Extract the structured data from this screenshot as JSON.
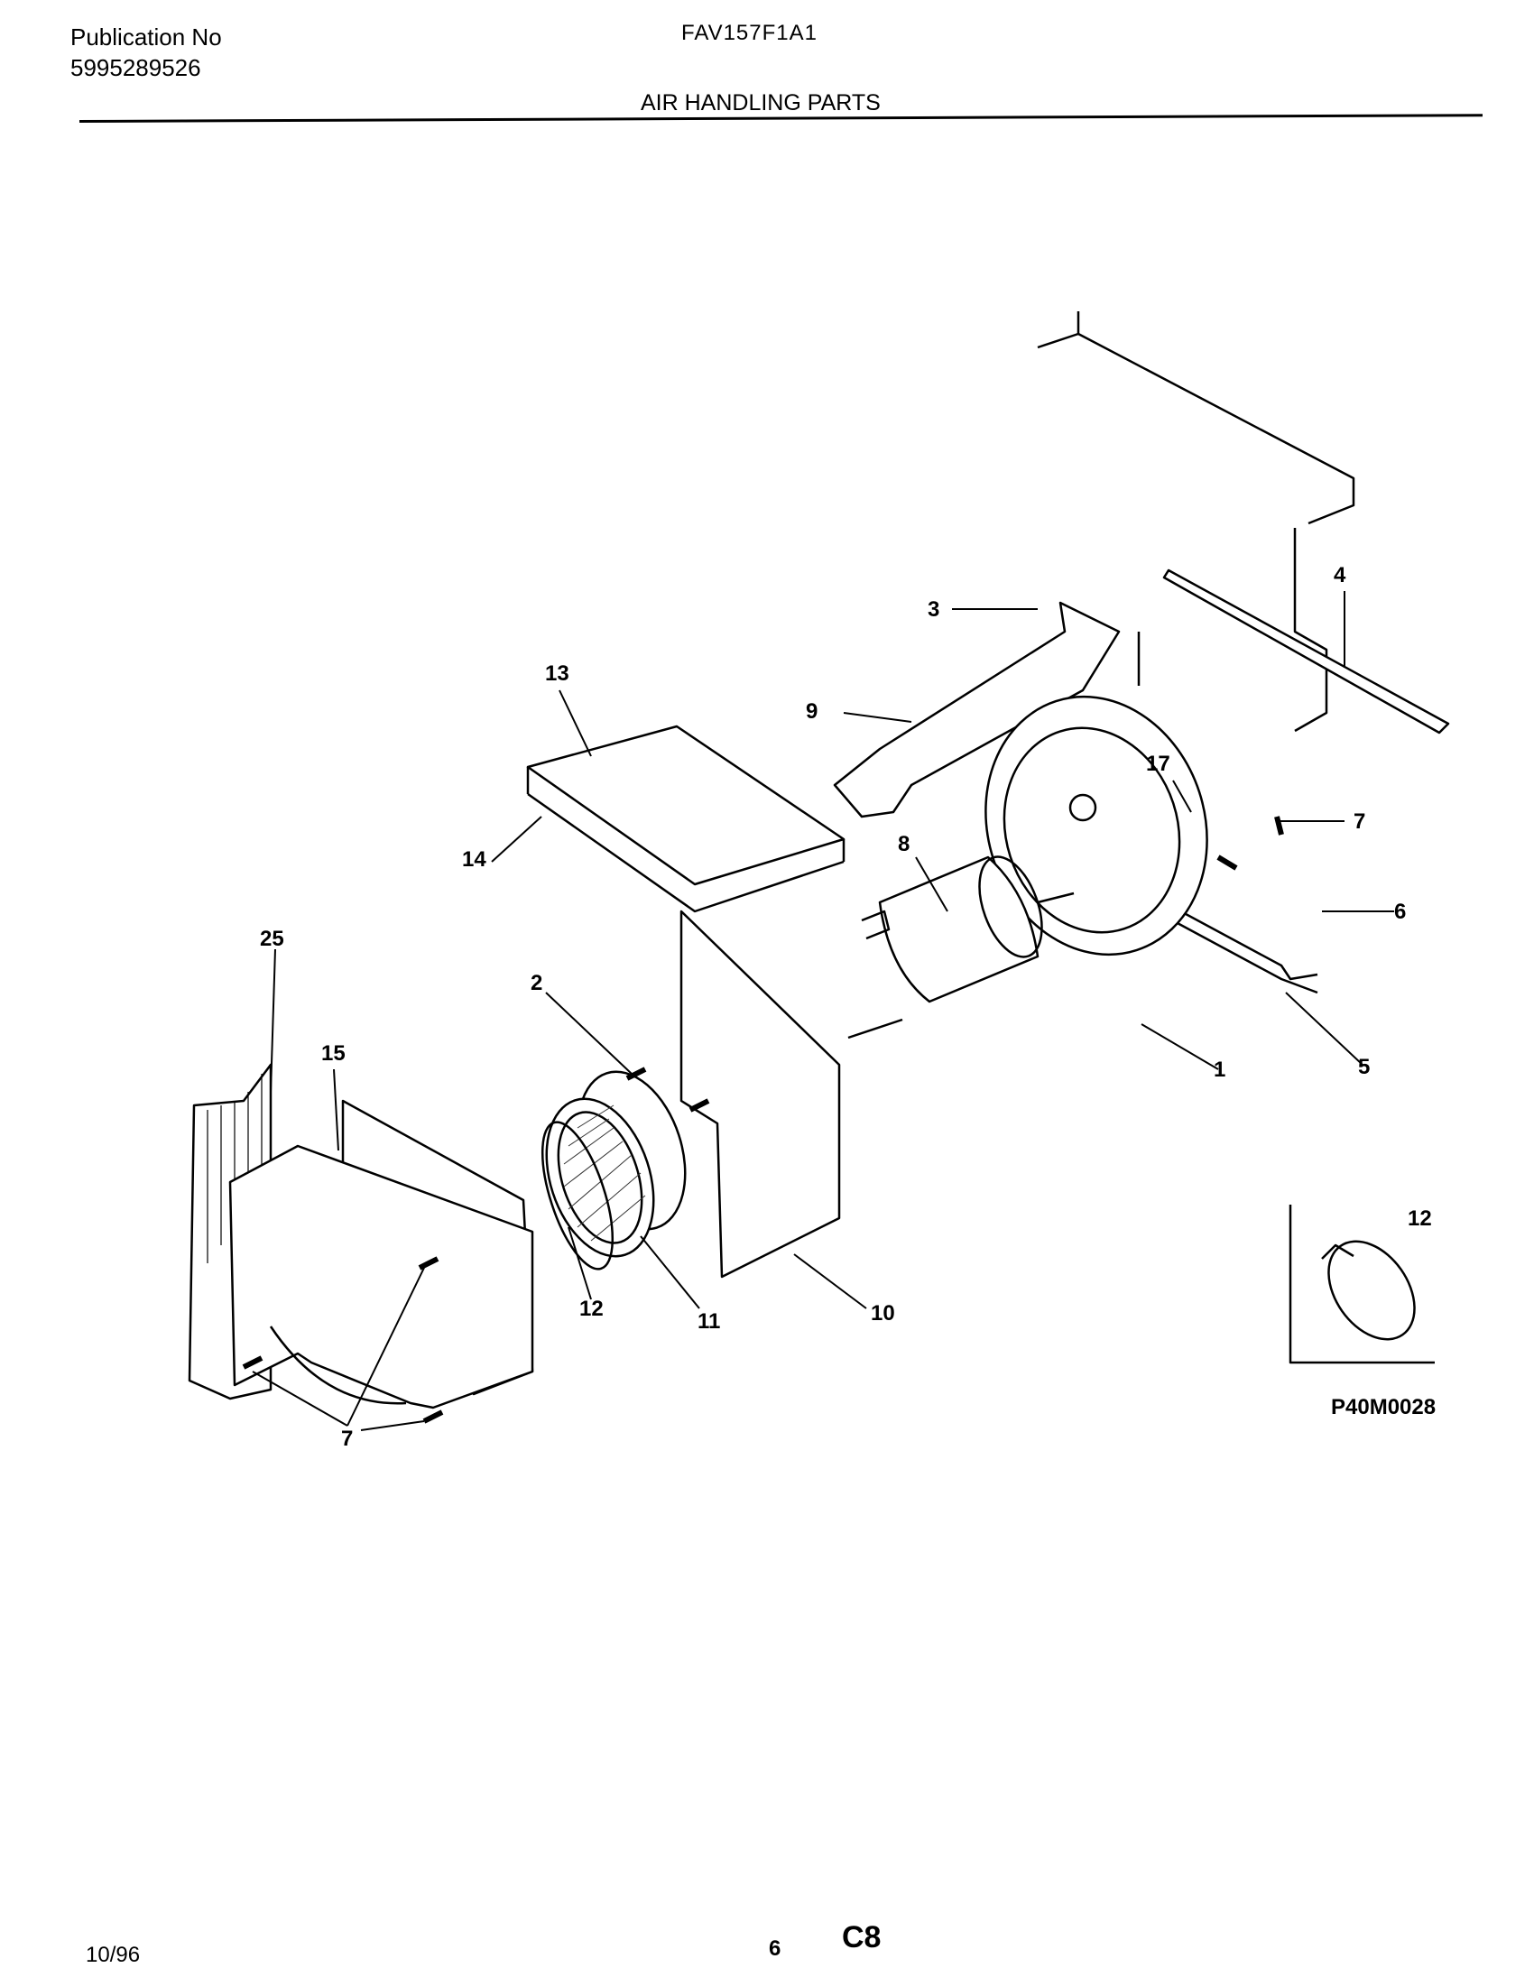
{
  "header": {
    "publication_label": "Publication No",
    "publication_number": "5995289526",
    "model": "FAV157F1A1",
    "section_title": "AIR HANDLING PARTS"
  },
  "diagram": {
    "callouts": [
      "1",
      "2",
      "3",
      "4",
      "5",
      "6",
      "7",
      "8",
      "9",
      "10",
      "11",
      "12",
      "13",
      "14",
      "15",
      "17",
      "25",
      "7",
      "12"
    ],
    "reference_code": "P40M0028"
  },
  "footer": {
    "date": "10/96",
    "page": "6",
    "code": "C8"
  }
}
